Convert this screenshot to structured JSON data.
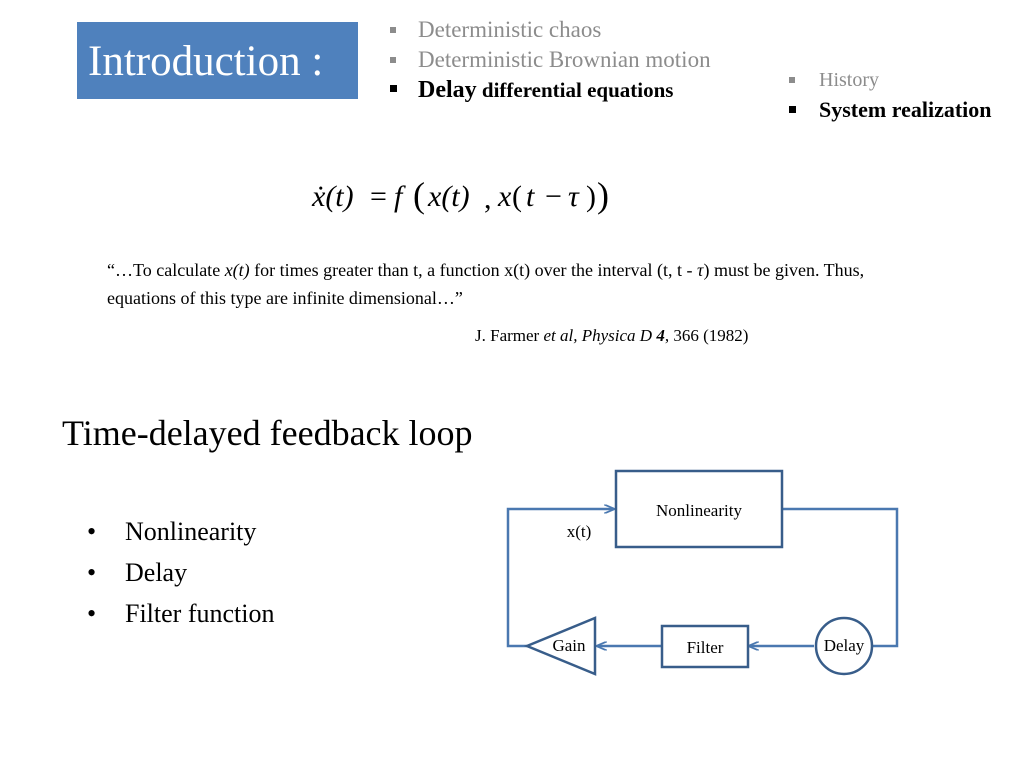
{
  "slide": {
    "title": "Introduction :",
    "topics": [
      {
        "label": "Deterministic chaos",
        "active": false
      },
      {
        "label": "Deterministic Brownian motion",
        "active": false
      },
      {
        "label_strong": "Delay",
        "label_rest": " differential equations",
        "active": true
      }
    ],
    "subtopics": [
      {
        "label": "History",
        "active": false
      },
      {
        "label": "System realization",
        "active": true
      }
    ],
    "equation": {
      "lhs": "ẋ(t)",
      "equals": "=",
      "func": "f",
      "arg1": "x(t)",
      "sep": ",",
      "arg2_x": "x",
      "arg2_t": "t",
      "minus": "−",
      "tau": "τ"
    },
    "quote": {
      "open": "“…To calculate ",
      "var": "x(t)",
      "middle": " for times greater than t, a function x(t) over the interval (t, t - ",
      "tau": "τ",
      "close": ") must be given. Thus, equations of this type are infinite dimensional…”"
    },
    "citation": {
      "authors": "J. Farmer ",
      "etal_journal": "et al, Physica D ",
      "volume": "4",
      "pages_year": ", 366 (1982)"
    },
    "section_heading": "Time-delayed feedback loop",
    "components": [
      "Nonlinearity",
      "Delay",
      "Filter function"
    ],
    "bullet_glyph": "•",
    "diagram": {
      "nonlinearity": "Nonlinearity",
      "signal": "x(t)",
      "gain": "Gain",
      "filter": "Filter",
      "delay": "Delay",
      "line_color": "#4a78b0",
      "box_color": "#385d8a"
    }
  }
}
